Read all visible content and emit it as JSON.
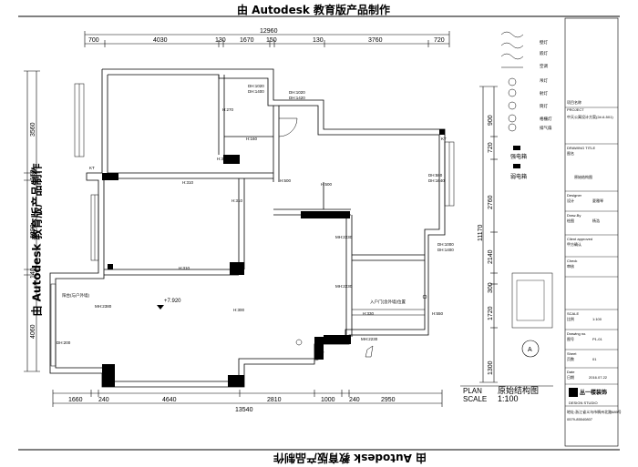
{
  "watermark": "由 Autodesk 教育版产品制作",
  "dims_top": {
    "total": "12960",
    "segments": [
      "700",
      "4030",
      "130",
      "1670",
      "150",
      "130",
      "3760",
      "720"
    ]
  },
  "dims_bottom": {
    "segments": [
      "1660",
      "240",
      "4640",
      "2810",
      "1000",
      "240",
      "2950"
    ],
    "total": "13540"
  },
  "dims_left": [
    "3560",
    "150",
    "3290",
    "140",
    "4060"
  ],
  "dims_right": [
    "900",
    "720",
    "11170",
    "2760",
    "2140",
    "300",
    "1720",
    "1300"
  ],
  "room_labels": {
    "dh1": "DH:1020",
    "dh1b": "DH:1400",
    "dh2": "DH:1020",
    "dh2b": "DH:1420",
    "h270": "H:270",
    "h160": "H:160",
    "h310a": "H:310",
    "h310b": "H:310",
    "h310c": "H:310",
    "h310d": "H:310",
    "h500a": "H:500",
    "h500b": "H:500",
    "dh580": "DH:580",
    "dh580b": "DH:1640",
    "mh2230a": "MH:2230",
    "mh2230b": "MH:2230",
    "mh2230c": "MH:2230",
    "dh1000": "DH:1000",
    "dh1000b": "DH:1400",
    "h330": "H:330",
    "h550": "H:550",
    "mh2380": "MH:2380",
    "dh200": "DH:200",
    "h300": "H:300",
    "level": "+7.920",
    "kt1": "KT",
    "kt2": "KT",
    "kt3": "KT",
    "note1": "入户门(含外墙)位置",
    "note2": "阳台(与户外墙)"
  },
  "legend": {
    "items": [
      "壁灯",
      "嵌灯",
      "射灯",
      "吊灯",
      "筒灯",
      "格栅灯",
      "排气扇",
      "空调"
    ],
    "strong": "强电箱",
    "weak": "弱电箱"
  },
  "title_block": {
    "project_cn": "项目名称",
    "project_en": "PROJECT",
    "project_value": "中天公寓设计方案(2#-6-501)",
    "drawing_title_en": "DRAWING TITLE",
    "drawing_title_cn": "图名",
    "drawing_value": "原始结构图",
    "designer": "Designer",
    "designer_cn": "设计",
    "designer_value": "夏雅琴",
    "drawn": "Draw-By",
    "drawn_cn": "绘图",
    "drawn_value": "杨浩",
    "client": "Client approved",
    "client_cn": "甲方确认",
    "check": "Check",
    "check_cn": "审核",
    "scale": "SCALE",
    "scale_cn": "比例",
    "scale_value": "1:100",
    "drawing_no": "Drawing no.",
    "drawing_no_cn": "图号",
    "drawing_no_value": "P1-01",
    "sheet": "Sheet",
    "sheet_cn": "页数",
    "sheet_value": "01",
    "date": "Date",
    "date_cn": "日期",
    "date_value": "2016.07.22",
    "company": "丛一楼装饰",
    "company_en": "DESIGN STUDIO",
    "address": "地址:浙江省义乌市稠州北路689号",
    "phone": "0579-85540807"
  },
  "plan_title": {
    "plan": "PLAN",
    "name": "原始结构图",
    "scale": "SCALE",
    "ratio": "1:100"
  },
  "north": "A"
}
